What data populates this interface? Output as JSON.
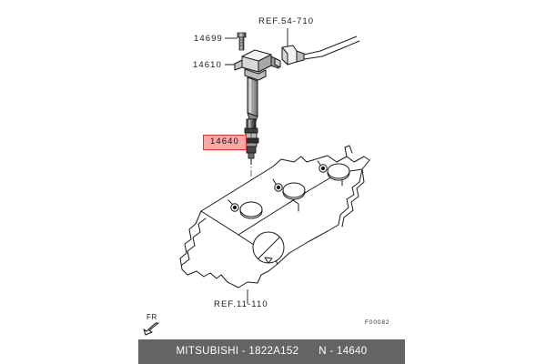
{
  "diagram": {
    "sheet_code": "F00082",
    "orientation_mark": "FR",
    "callouts": [
      {
        "id": "bolt",
        "text": "14699",
        "kind": "part-number"
      },
      {
        "id": "coil",
        "text": "14610",
        "kind": "part-number"
      },
      {
        "id": "harness-ref",
        "text": "REF.54-710",
        "kind": "reference"
      },
      {
        "id": "plug",
        "text": "14640",
        "kind": "part-number-highlighted"
      },
      {
        "id": "cover-ref",
        "text": "REF.11-110",
        "kind": "reference"
      }
    ],
    "highlight": {
      "part": "14640",
      "fill_color": "#f9a8a8",
      "border_color": "#d93b3b"
    },
    "line_color": "#1a1a1a",
    "background_color": "#ffffff"
  },
  "footer": {
    "brand_and_part": "MITSUBISHI - 1822A152",
    "catalog_code": "N - 14640",
    "background_color": "#646464",
    "text_color": "#ffffff"
  }
}
